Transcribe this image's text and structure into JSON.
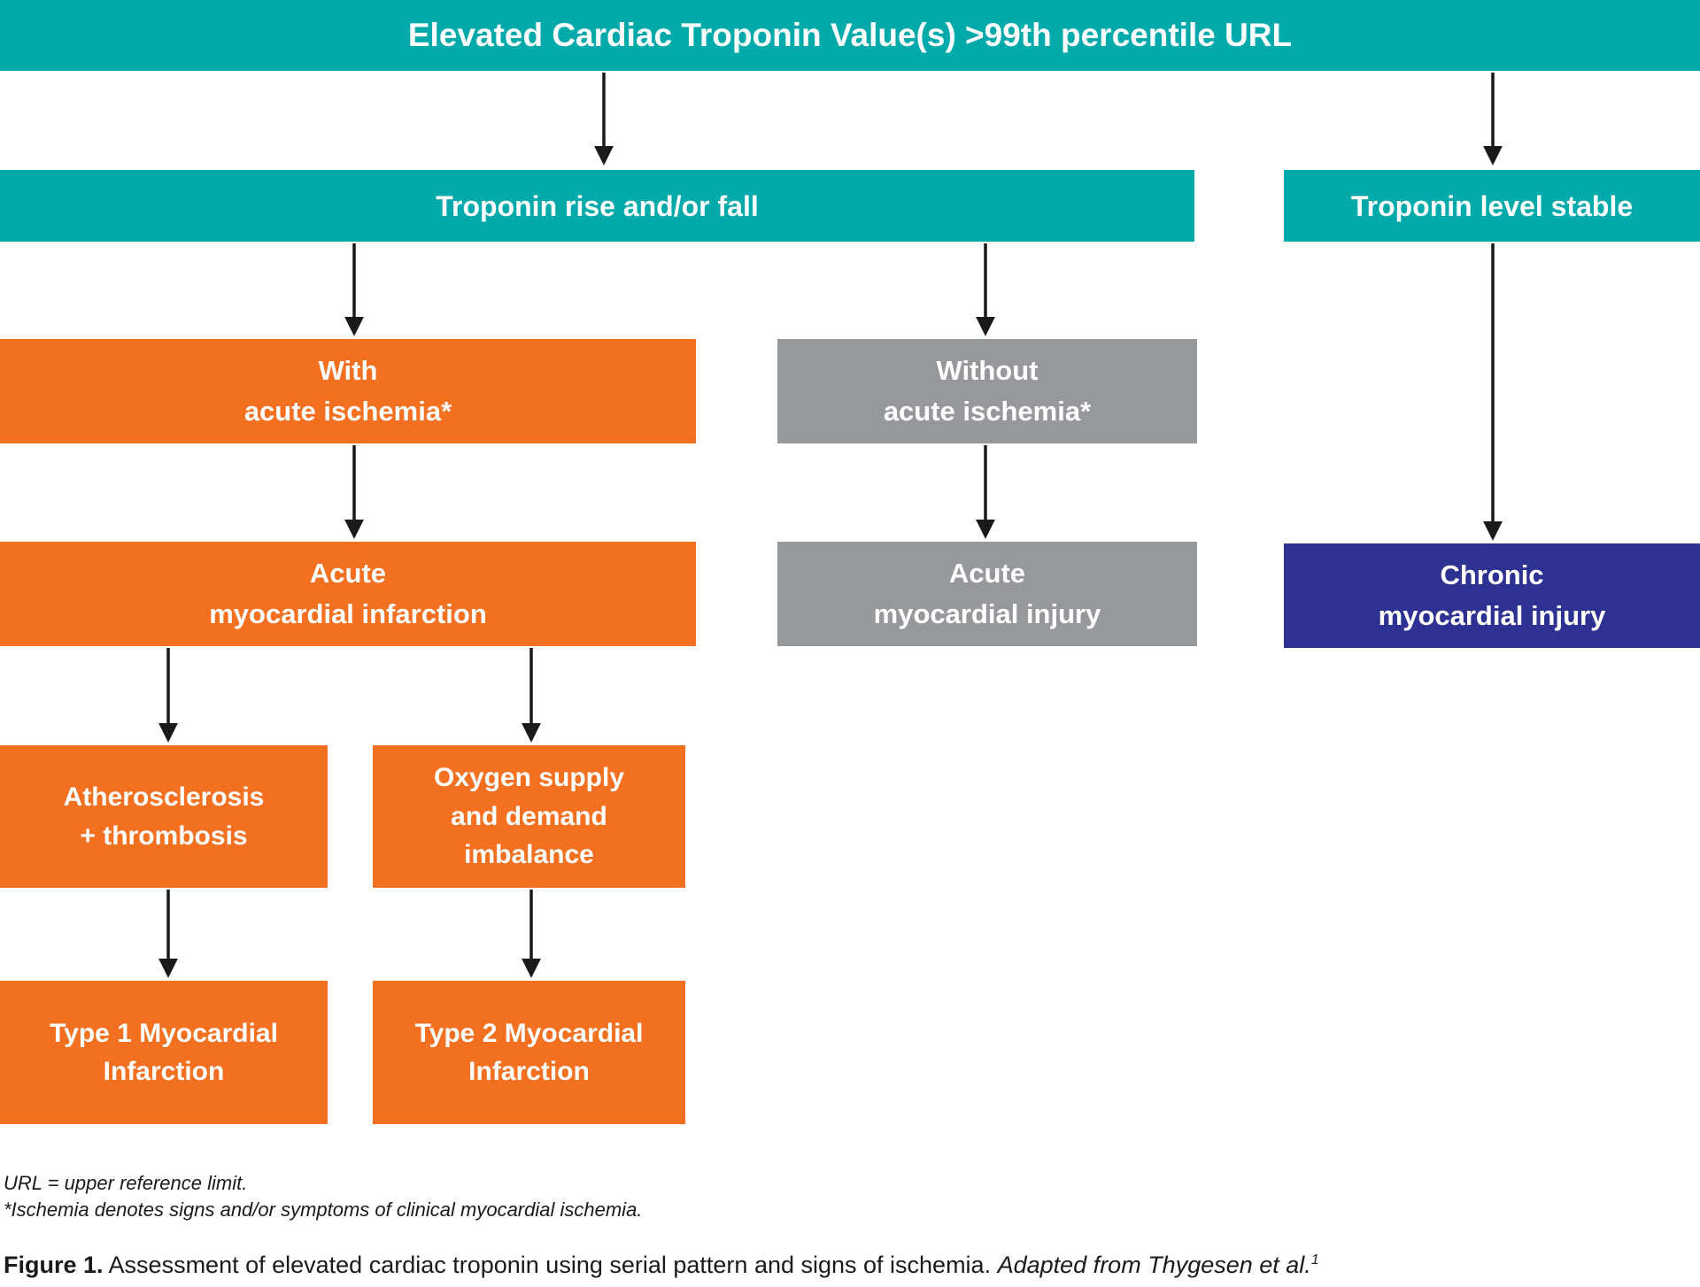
{
  "figure": {
    "type": "flowchart",
    "colors": {
      "teal": "#00A9AA",
      "orange": "#F37021",
      "gray": "#97989B",
      "navy": "#2D3192",
      "arrow": "#1a1a1a",
      "text_on_box": "#ffffff",
      "background": "#ffffff"
    },
    "nodes": {
      "elevated": {
        "label": "Elevated Cardiac Troponin Value(s) >99th percentile URL",
        "color_role": "teal"
      },
      "rise_fall": {
        "label": "Troponin rise and/or fall",
        "color_role": "teal"
      },
      "stable": {
        "label": "Troponin level stable",
        "color_role": "teal"
      },
      "with_ischemia": {
        "label": "With\nacute ischemia*",
        "color_role": "orange"
      },
      "without_ischemia": {
        "label": "Without\nacute ischemia*",
        "color_role": "gray"
      },
      "acute_mi": {
        "label": "Acute\nmyocardial infarction",
        "color_role": "orange"
      },
      "acute_injury": {
        "label": "Acute\nmyocardial injury",
        "color_role": "gray"
      },
      "chronic_injury": {
        "label": "Chronic\nmyocardial injury",
        "color_role": "navy"
      },
      "atherosclerosis": {
        "label": "Atherosclerosis\n+ thrombosis",
        "color_role": "orange"
      },
      "oxygen_imbalance": {
        "label": "Oxygen supply\nand demand\nimbalance",
        "color_role": "orange"
      },
      "type1_mi": {
        "label": "Type 1 Myocardial\nInfarction",
        "color_role": "orange"
      },
      "type2_mi": {
        "label": "Type 2 Myocardial\nInfarction",
        "color_role": "orange"
      }
    },
    "edges": [
      "elevated -> rise_fall",
      "elevated -> stable",
      "rise_fall -> with_ischemia",
      "rise_fall -> without_ischemia",
      "stable -> chronic_injury",
      "with_ischemia -> acute_mi",
      "without_ischemia -> acute_injury",
      "acute_mi -> atherosclerosis",
      "acute_mi -> oxygen_imbalance",
      "atherosclerosis -> type1_mi",
      "oxygen_imbalance -> type2_mi"
    ],
    "footnotes": [
      "URL = upper reference limit.",
      "*Ischemia denotes signs and/or symptoms of clinical myocardial ischemia."
    ],
    "caption": {
      "prefix": "Figure 1.",
      "body": " Assessment of elevated cardiac troponin using serial pattern and signs of ischemia. ",
      "adapted": "Adapted from Thygesen et al.",
      "superscript": "1"
    }
  }
}
